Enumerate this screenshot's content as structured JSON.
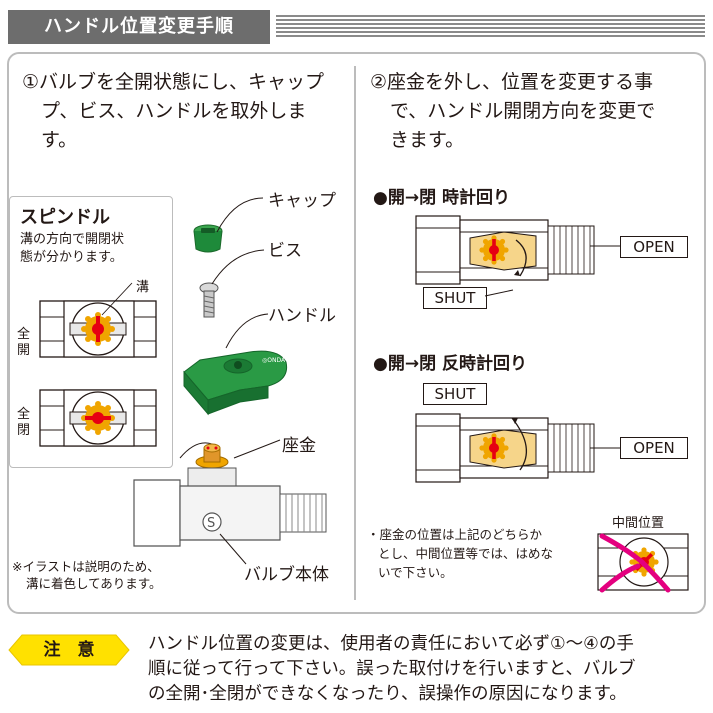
{
  "header": {
    "title": "ハンドル位置変更手順"
  },
  "left": {
    "step1": [
      "①バルブを全開状態にし、キャップ",
      "プ、ビス、ハンドルを取外しま",
      "す。"
    ],
    "spindle_title": "スピンドル",
    "spindle_desc": [
      "溝の方向で開閉状",
      "態が分かります。"
    ],
    "groove_label": "溝",
    "open_label_top": "全",
    "open_label_bottom": "開",
    "closed_label_top": "全",
    "closed_label_bottom": "閉",
    "illustration_note": [
      "※イラストは説明のため、",
      "溝に着色してあります。"
    ],
    "parts": {
      "cap": "キャップ",
      "screw": "ビス",
      "handle": "ハンドル",
      "washer": "座金",
      "body": "バルブ本体"
    },
    "logo_letter": "S"
  },
  "right": {
    "step2": [
      "②座金を外し、位置を変更する事",
      "で、ハンドル開閉方向を変更で",
      "きます。"
    ],
    "clockwise_title": "●開→閉 時計回り",
    "counter_title": "●開→閉 反時計回り",
    "open_tag": "OPEN",
    "shut_tag": "SHUT",
    "washer_note": [
      "・座金の位置は上記のどちらか",
      "とし、中間位置等では、はめな",
      "いで下さい。"
    ],
    "middle_label": "中間位置"
  },
  "notice": {
    "badge": "注　意",
    "text": [
      "ハンドル位置の変更は、使用者の責任において必ず①～④の手",
      "順に従って行って下さい。誤った取付けを行いますと、バルブ",
      "の全開･全閉ができなくなったり、誤操作の原因になります。"
    ]
  },
  "colors": {
    "gold": "#f0a500",
    "red": "#e60012",
    "green": "#1e8a3a",
    "magenta": "#e4007f",
    "gray": "#6d6d6d"
  }
}
